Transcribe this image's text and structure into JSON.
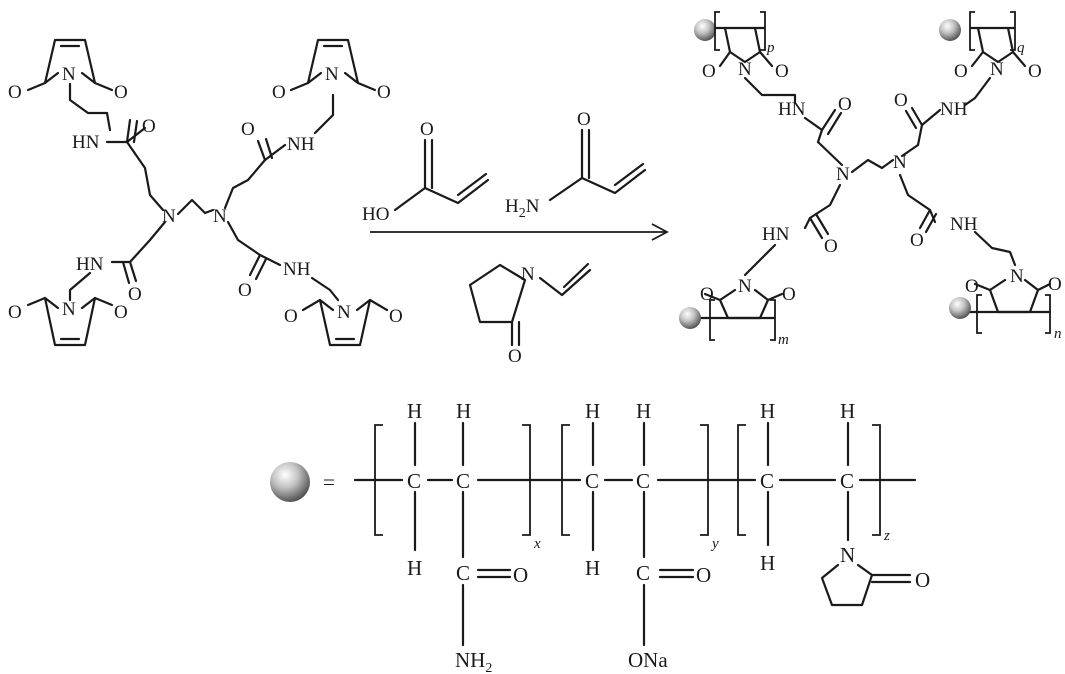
{
  "labels": {
    "O": "O",
    "N": "N",
    "HN": "HN",
    "NH": "NH",
    "NH2": "NH",
    "H2N": "H",
    "HO": "HO",
    "H": "H",
    "C": "C",
    "two": "2",
    "ONa": "ONa",
    "eq": "="
  },
  "subscripts": {
    "p": "p",
    "q": "q",
    "m": "m",
    "n": "n",
    "x": "x",
    "y": "y",
    "z": "z"
  },
  "colors": {
    "ink": "#1a1a1a",
    "sphere_light": "#ffffff",
    "sphere_mid": "#b8b8b8",
    "sphere_dark": "#4a4a4a"
  }
}
